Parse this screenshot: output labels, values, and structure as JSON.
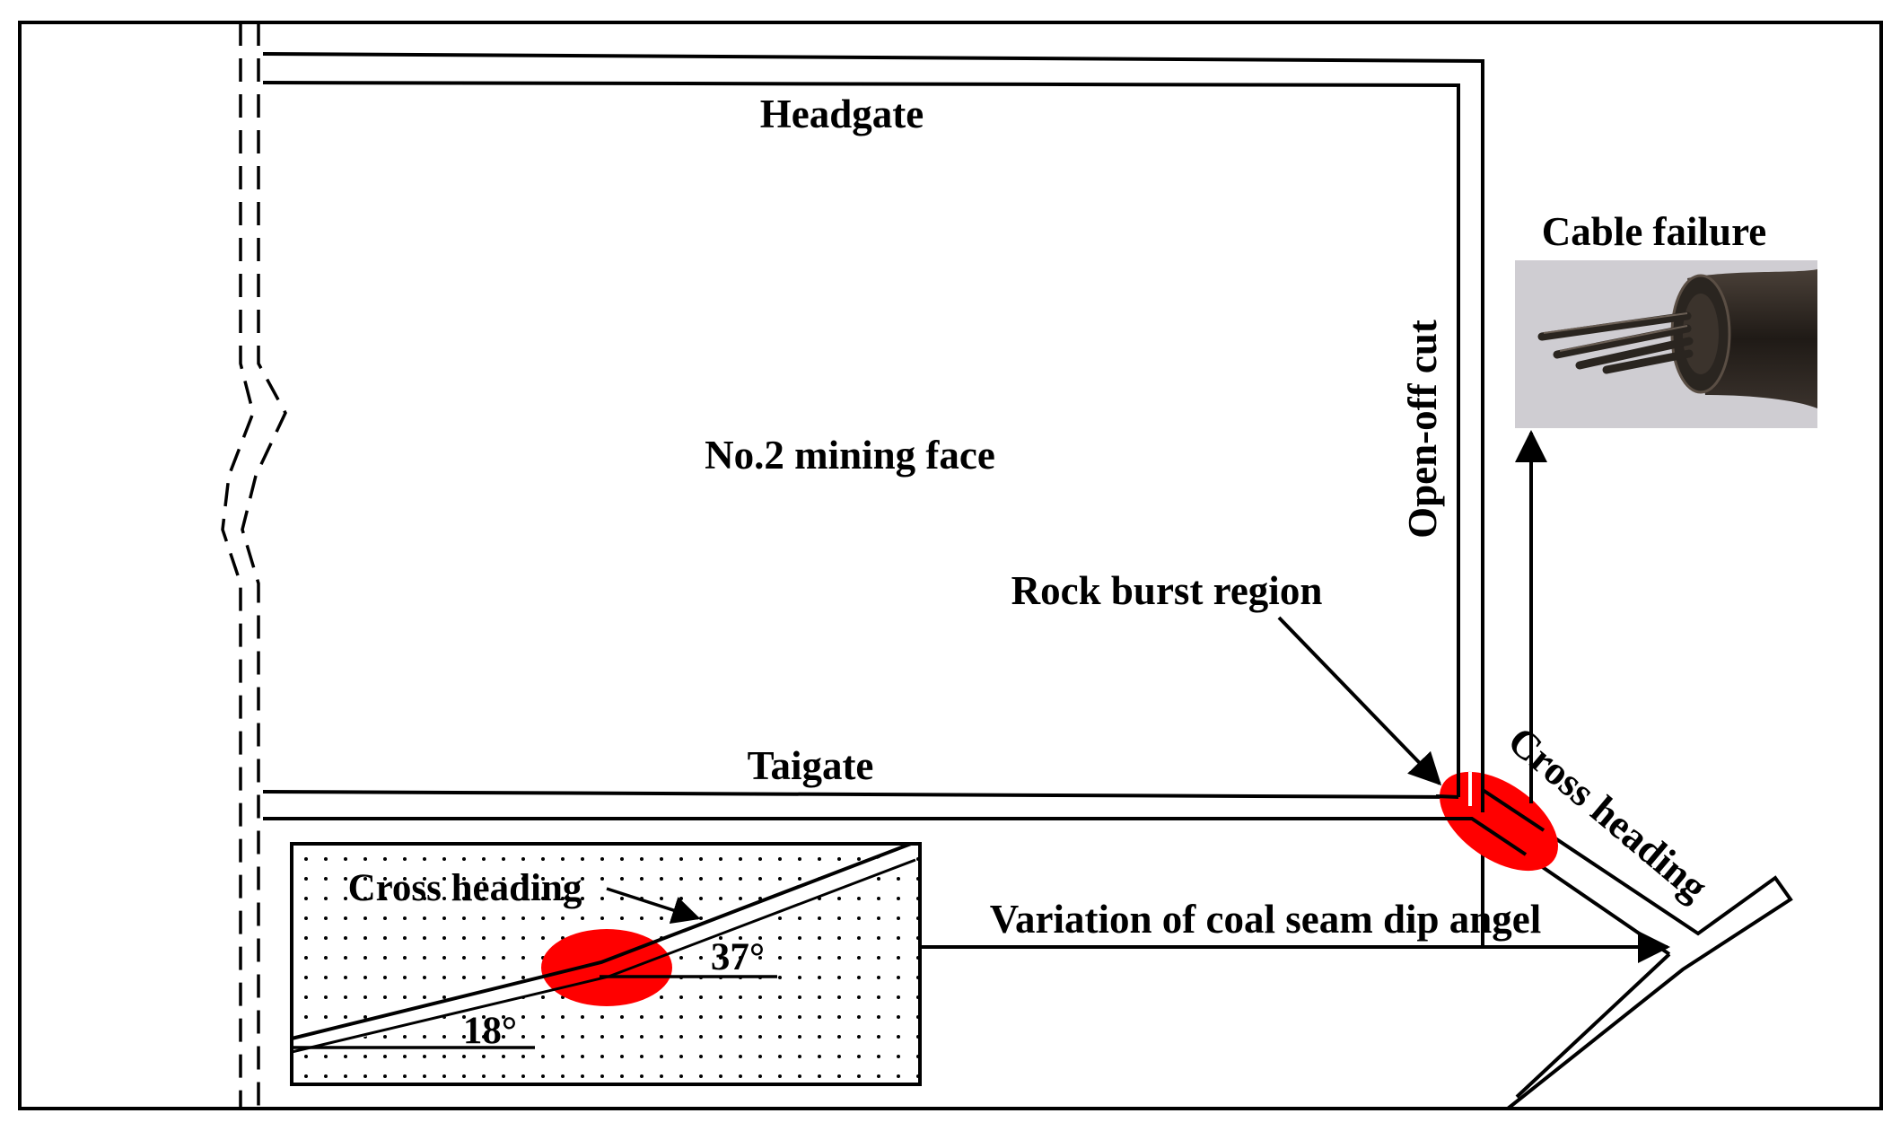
{
  "labels": {
    "headgate": "Headgate",
    "mining_face": "No.2 mining face",
    "open_off_cut": "Open-off cut",
    "rock_burst_region": "Rock burst region",
    "taigate": "Taigate",
    "cross_heading_main": "Cross heading",
    "cable_failure": "Cable failure",
    "variation": "Variation of coal seam dip angel",
    "inset_cross_heading": "Cross heading",
    "angle_upper": "37°",
    "angle_lower": "18°"
  },
  "colors": {
    "line": "#000000",
    "burst": "#ff0000",
    "background": "#ffffff",
    "photo_bg": "#c9c6cc",
    "cable": "#2a2520"
  },
  "icons": {
    "cable_photo": "failed-cable-photo"
  }
}
